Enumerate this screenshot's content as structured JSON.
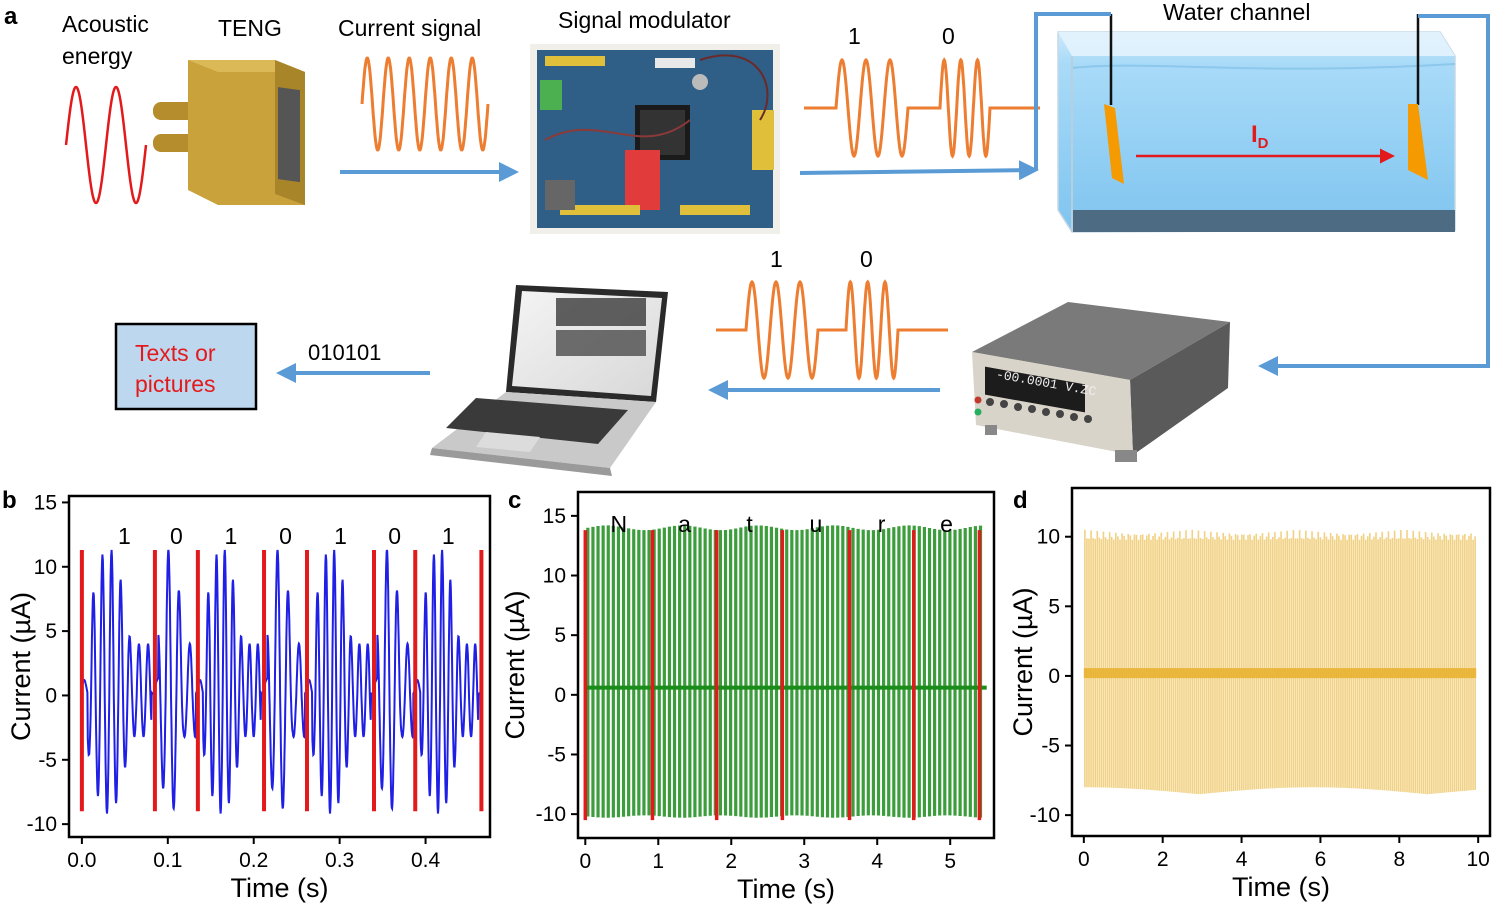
{
  "panel_a": {
    "panel_label": "a",
    "labels": {
      "acoustic_line1": "Acoustic",
      "acoustic_line2": "energy",
      "teng": "TENG",
      "current_signal": "Current signal",
      "signal_modulator": "Signal modulator",
      "water_channel": "Water channel",
      "bit_top_1": "1",
      "bit_top_0": "0",
      "bit_bottom_1": "1",
      "bit_bottom_0": "0",
      "binary_out": "010101",
      "result_line1": "Texts or",
      "result_line2": "pictures",
      "current_main": "I",
      "current_sub": "D",
      "meter_display": "-00.0001  V.ZC"
    },
    "colors": {
      "arrow": "#5b9bd5",
      "wave": "#ed7d31",
      "acoustic": "#e31a1c",
      "water": "#9fd3f5",
      "electrode": "#f59a00",
      "teng": "#c9a23c",
      "result_box": "#bdd7ee",
      "red_text": "#e31a1c"
    },
    "icons": [
      "sine-wave-icon",
      "teng-device-icon",
      "circuit-board-icon",
      "water-tank-icon",
      "electrometer-icon",
      "laptop-icon"
    ]
  },
  "chart_data": [
    {
      "panel": "b",
      "type": "line",
      "xlabel": "Time (s)",
      "ylabel": "Current (µA)",
      "xlim": [
        -0.015,
        0.475
      ],
      "ylim": [
        -11,
        15.5
      ],
      "xticks": [
        0.0,
        0.1,
        0.2,
        0.3,
        0.4
      ],
      "xtick_labels": [
        "0.0",
        "0.1",
        "0.2",
        "0.3",
        "0.4"
      ],
      "yticks": [
        -10,
        -5,
        0,
        5,
        10,
        15
      ],
      "ytick_labels": [
        "-10",
        "-5",
        "0",
        "5",
        "10",
        "15"
      ],
      "bits": [
        "1",
        "0",
        "1",
        "0",
        "1",
        "0",
        "1"
      ],
      "series_color": "#1f1fe6",
      "divider_color": "#e31a1c",
      "dividers_x": [
        0.0,
        0.085,
        0.135,
        0.212,
        0.262,
        0.34,
        0.388,
        0.465
      ],
      "divider_range": [
        -9,
        11.3
      ],
      "segments": [
        {
          "bit": "1",
          "start": 0.0,
          "end": 0.085,
          "cycles": 8
        },
        {
          "bit": "0",
          "start": 0.085,
          "end": 0.135,
          "cycles": 4
        },
        {
          "bit": "1",
          "start": 0.135,
          "end": 0.212,
          "cycles": 8
        },
        {
          "bit": "0",
          "start": 0.212,
          "end": 0.262,
          "cycles": 4
        },
        {
          "bit": "1",
          "start": 0.262,
          "end": 0.34,
          "cycles": 8
        },
        {
          "bit": "0",
          "start": 0.34,
          "end": 0.388,
          "cycles": 4
        },
        {
          "bit": "1",
          "start": 0.388,
          "end": 0.465,
          "cycles": 8
        }
      ],
      "amplitude": {
        "max": 11.5,
        "min": -9.2
      }
    },
    {
      "panel": "c",
      "type": "line",
      "xlabel": "Time (s)",
      "ylabel": "Current (µA)",
      "xlim": [
        -0.1,
        5.6
      ],
      "ylim": [
        -12,
        17
      ],
      "xticks": [
        0,
        1,
        2,
        3,
        4,
        5
      ],
      "xtick_labels": [
        "0",
        "1",
        "2",
        "3",
        "4",
        "5"
      ],
      "yticks": [
        -10,
        -5,
        0,
        5,
        10,
        15
      ],
      "ytick_labels": [
        "-10",
        "-5",
        "0",
        "5",
        "10",
        "15"
      ],
      "letters": [
        "N",
        "a",
        "t",
        "u",
        "r",
        "e"
      ],
      "series_color": "#1a8c1a",
      "divider_color": "#e31a1c",
      "dividers_x": [
        0.0,
        0.92,
        1.8,
        2.7,
        3.62,
        4.5,
        5.4
      ],
      "divider_range": [
        -10.5,
        13.8
      ],
      "x_range": [
        0.0,
        5.45
      ],
      "envelope": {
        "max": 14,
        "min": -10.2,
        "baseline": 0.6
      }
    },
    {
      "panel": "d",
      "type": "line",
      "xlabel": "Time (s)",
      "ylabel": "Current (µA)",
      "xlim": [
        -0.3,
        10.3
      ],
      "ylim": [
        -11.5,
        13.5
      ],
      "xticks": [
        0,
        2,
        4,
        6,
        8,
        10
      ],
      "xtick_labels": [
        "0",
        "2",
        "4",
        "6",
        "8",
        "10"
      ],
      "yticks": [
        -10,
        -5,
        0,
        5,
        10
      ],
      "ytick_labels": [
        "-10",
        "-5",
        "0",
        "5",
        "10"
      ],
      "series_color": "#e8b231",
      "x_range": [
        0.0,
        9.95
      ],
      "envelope": {
        "max": 10.5,
        "min": -8.5,
        "baseline": 0.2
      }
    }
  ],
  "panel_labels": {
    "b": "b",
    "c": "c",
    "d": "d"
  }
}
